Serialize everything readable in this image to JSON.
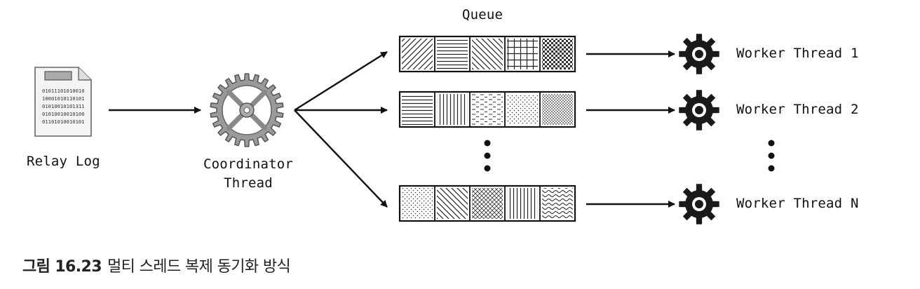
{
  "labels": {
    "queue": "Queue",
    "relay_log": "Relay Log",
    "coordinator_line1": "Coordinator",
    "coordinator_line2": "Thread",
    "workers": [
      "Worker Thread 1",
      "Worker Thread 2",
      "Worker Thread N"
    ]
  },
  "relay_log_lines": [
    "01011101010010",
    "10001010110101",
    "01010010101311",
    "01010010010100",
    "01101010010101"
  ],
  "caption": {
    "number": "그림 16.23",
    "text": "멀티 스레드 복제 동기화 방식"
  },
  "icons": [
    "document-icon",
    "coordinator-gear-icon",
    "worker-gear-icon"
  ],
  "queue_cell_patterns": [
    [
      "diagonal",
      "horizontal",
      "back-diagonal",
      "grid",
      "checker"
    ],
    [
      "horizontal",
      "vertical",
      "dashes",
      "dots",
      "fine-dots"
    ],
    [
      "dots",
      "back-diagonal",
      "fine-grid",
      "vertical",
      "waves"
    ]
  ]
}
